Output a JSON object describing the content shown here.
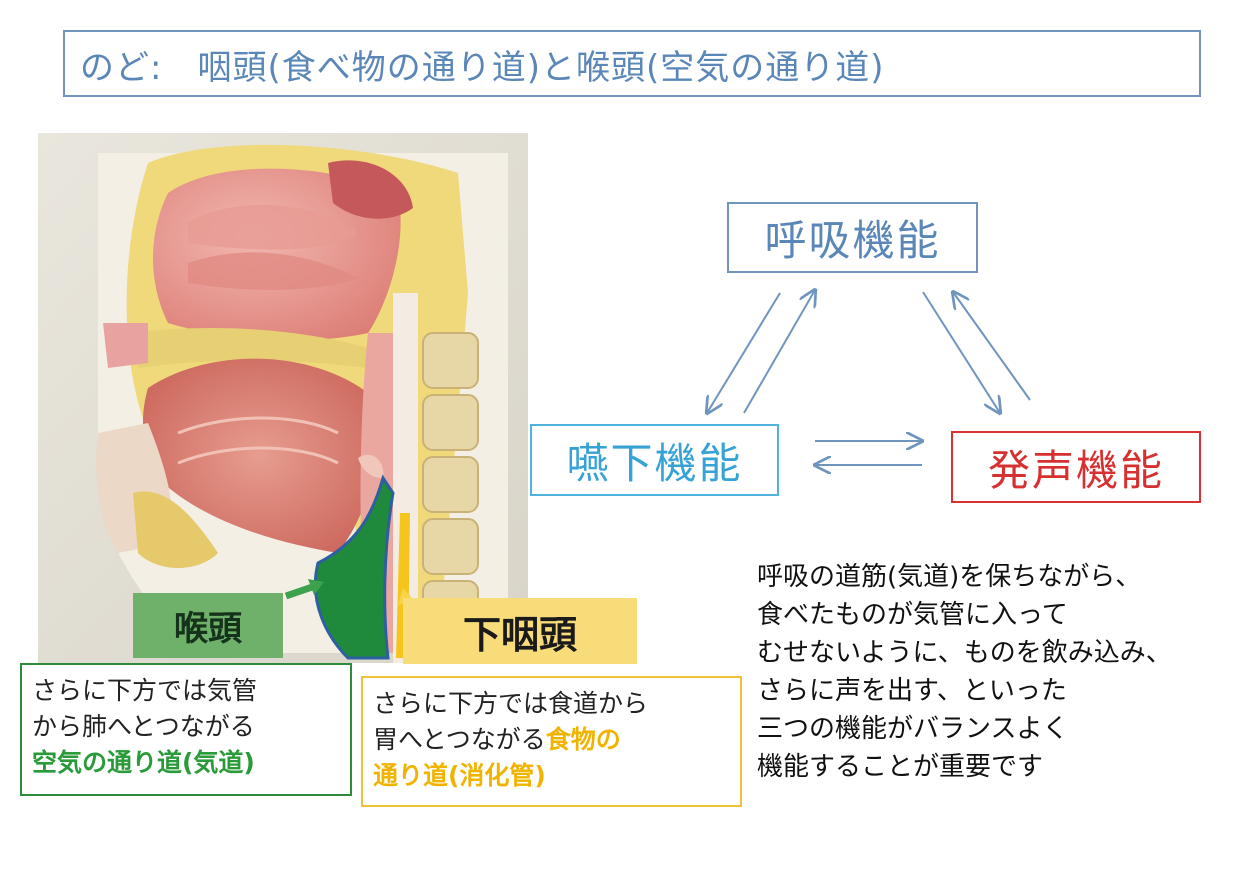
{
  "title": "のど:　咽頭(食べ物の通り道)と喉頭(空気の通り道)",
  "labels": {
    "larynx": "喉頭",
    "hypopharynx": "下咽頭"
  },
  "notes": {
    "left": {
      "line1": "さらに下方では気管",
      "line2": "から肺へとつながる",
      "highlight": "空気の通り道(気道)"
    },
    "right": {
      "line1": "さらに下方では食道から",
      "line2_plain": "胃へとつながる",
      "line2_highlight": "食物の",
      "line3_highlight": "通り道(消化管)"
    }
  },
  "functions": {
    "breathing": "呼吸機能",
    "swallowing": "嚥下機能",
    "phonation": "発声機能"
  },
  "summary": [
    "呼吸の道筋(気道)を保ちながら、",
    "食べたものが気管に入って",
    "むせないように、ものを飲み込み、",
    "さらに声を出す、といった",
    "三つの機能がバランスよく",
    "機能することが重要です"
  ],
  "colors": {
    "title": "#5a86b8",
    "breathing": "#5a86b8",
    "swallowing": "#36a2d5",
    "phonation": "#d63030",
    "airway": "#2a9a3a",
    "foodway": "#f0b400"
  }
}
